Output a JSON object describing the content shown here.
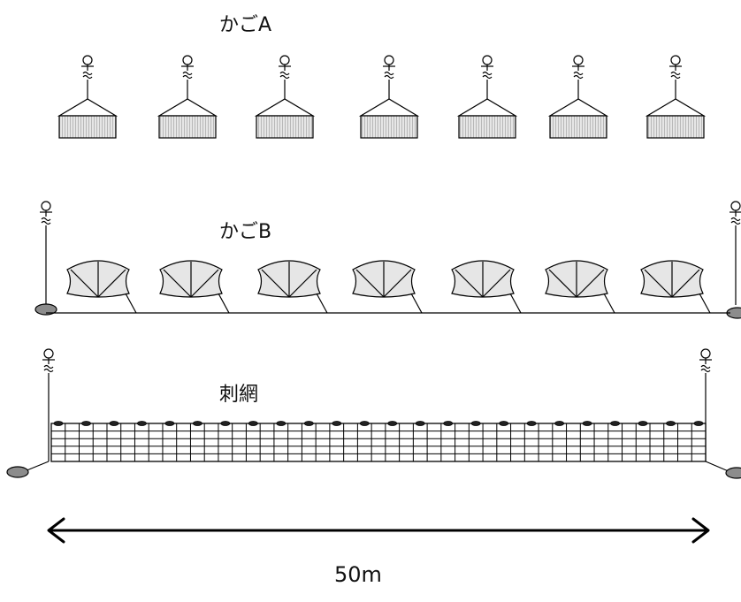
{
  "labels": {
    "trap_a": "かごA",
    "trap_b": "かごB",
    "gill_net": "刺網",
    "distance": "50m"
  },
  "icons": {
    "buoy": "buoy-icon",
    "anchor": "anchor-weight-icon",
    "trap_a": "box-trap-icon",
    "trap_b": "collapsible-trap-icon",
    "float": "net-float-icon",
    "arrow": "double-arrow-icon"
  },
  "colors": {
    "stroke": "#000000",
    "trap_fill": "#e6e6e6",
    "anchor_fill": "#8c8c8c",
    "float_fill": "#222222"
  },
  "trap_a_count": 7,
  "trap_b_count": 7
}
